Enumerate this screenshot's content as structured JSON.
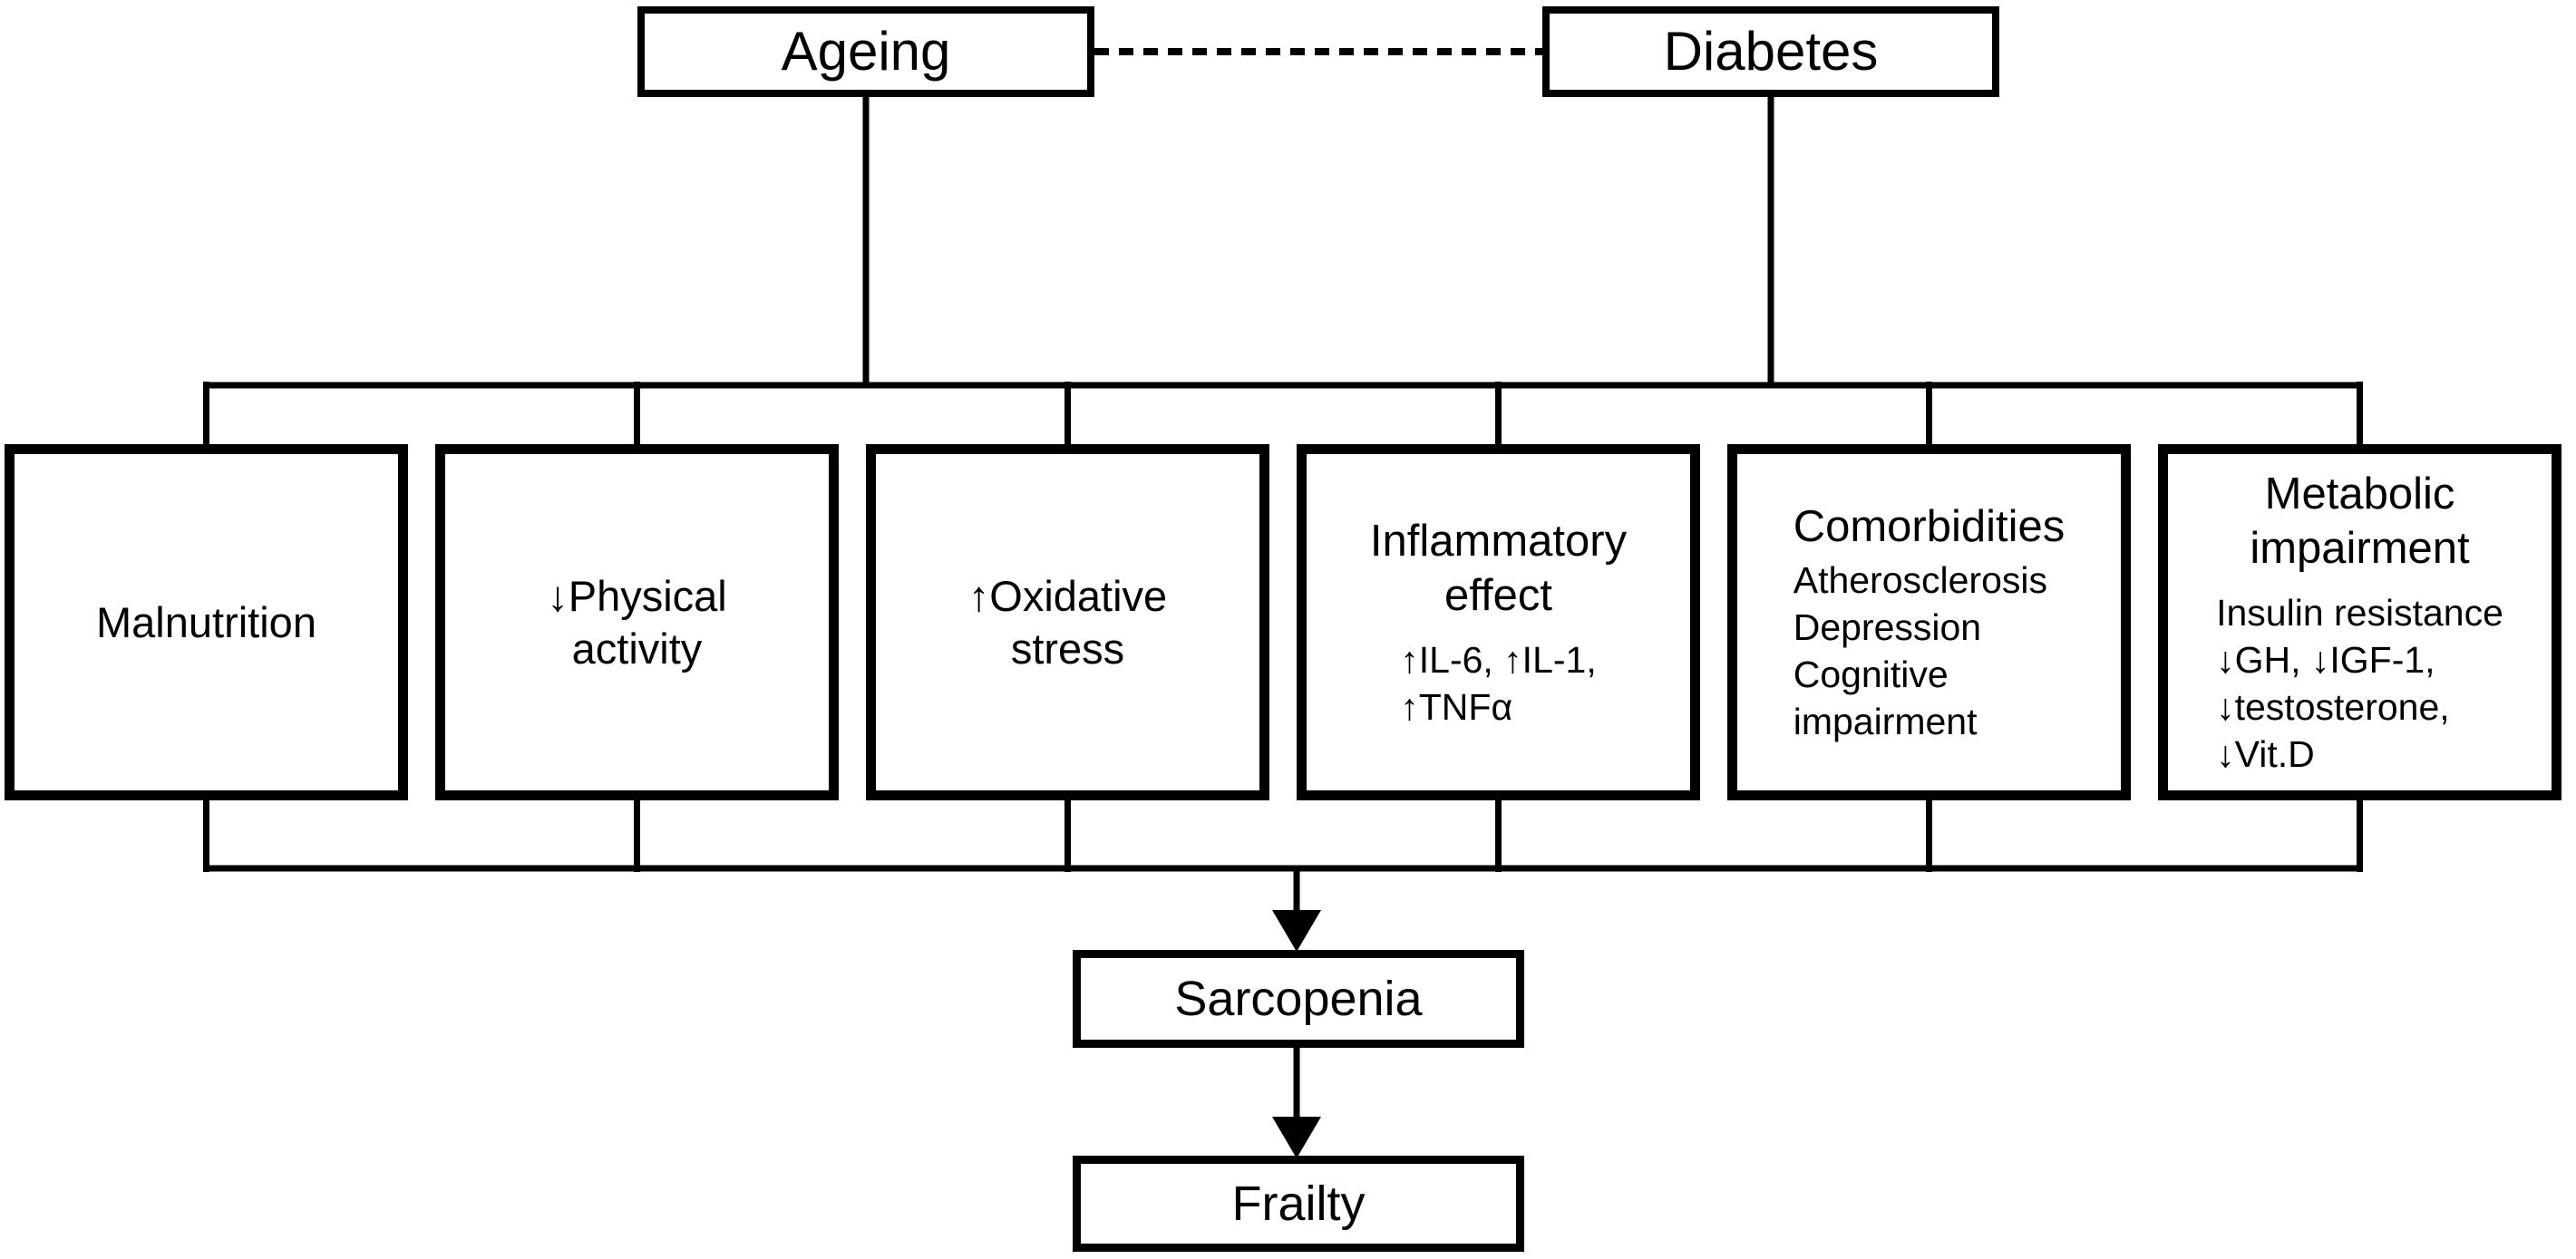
{
  "diagram": {
    "top_nodes": {
      "ageing": "Ageing",
      "diabetes": "Diabetes"
    },
    "factors": [
      {
        "id": "malnutrition",
        "lines": [
          "Malnutrition"
        ]
      },
      {
        "id": "physical-activity",
        "lines": [
          "↓Physical",
          "activity"
        ]
      },
      {
        "id": "oxidative-stress",
        "lines": [
          "↑Oxidative",
          "stress"
        ]
      },
      {
        "id": "inflammatory-effect",
        "title": [
          "Inflammatory",
          "effect"
        ],
        "details": [
          "↑IL-6, ↑IL-1,",
          "↑TNFα"
        ]
      },
      {
        "id": "comorbidities",
        "title": [
          "Comorbidities"
        ],
        "details": [
          "Atherosclerosis",
          "Depression",
          "Cognitive",
          "impairment"
        ]
      },
      {
        "id": "metabolic-impairment",
        "title": [
          "Metabolic",
          "impairment"
        ],
        "details": [
          "Insulin resistance",
          "↓GH, ↓IGF-1,",
          "↓testosterone,",
          "↓Vit.D"
        ]
      }
    ],
    "outcomes": {
      "sarcopenia": "Sarcopenia",
      "frailty": "Frailty"
    },
    "colors": {
      "line": "#000000",
      "text": "#000000",
      "background": "#ffffff"
    }
  }
}
